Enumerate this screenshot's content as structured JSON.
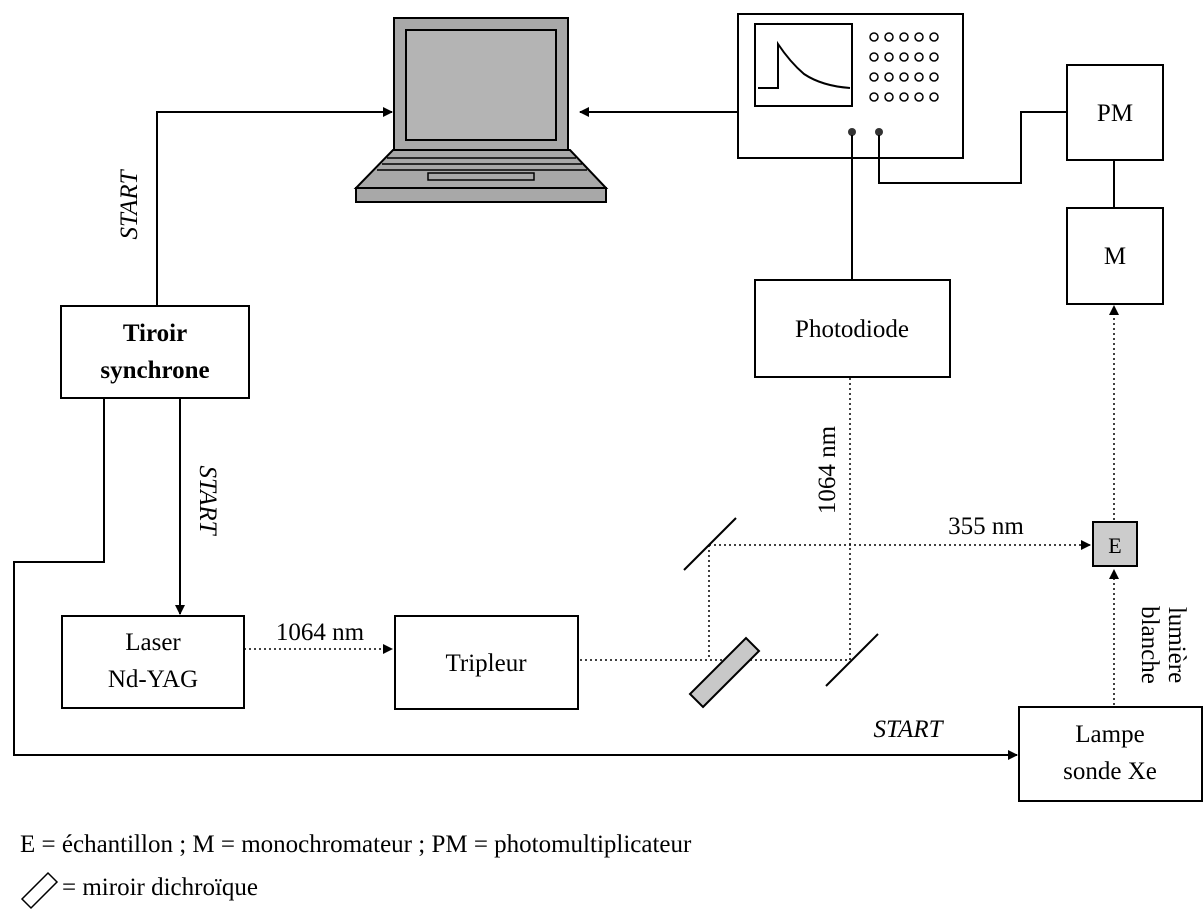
{
  "title": "",
  "blocks": {
    "tiroir_line1": "Tiroir",
    "tiroir_line2": "synchrone",
    "laser_line1": "Laser",
    "laser_line2": "Nd-YAG",
    "tripleur": "Tripleur",
    "photodiode": "Photodiode",
    "pm": "PM",
    "m": "M",
    "e": "E",
    "lampe_line1": "Lampe",
    "lampe_line2": "sonde Xe"
  },
  "labels": {
    "start_left": "START",
    "start_mid": "START",
    "start_bottom": "START",
    "beam_1064_a": "1064 nm",
    "beam_1064_b": "1064 nm",
    "beam_355": "355 nm",
    "white_light_line1": "lumière",
    "white_light_line2": "blanche"
  },
  "legend": {
    "line1": "E = échantillon ; M = monochromateur ; PM = photomultiplicateur",
    "line2": "= miroir dichroïque"
  },
  "colors": {
    "line": "#000000",
    "sample_fill": "#cccccc",
    "mirror_fill": "#c8c8c8",
    "computer_gray": "#a8a8a8",
    "background": "#ffffff"
  }
}
